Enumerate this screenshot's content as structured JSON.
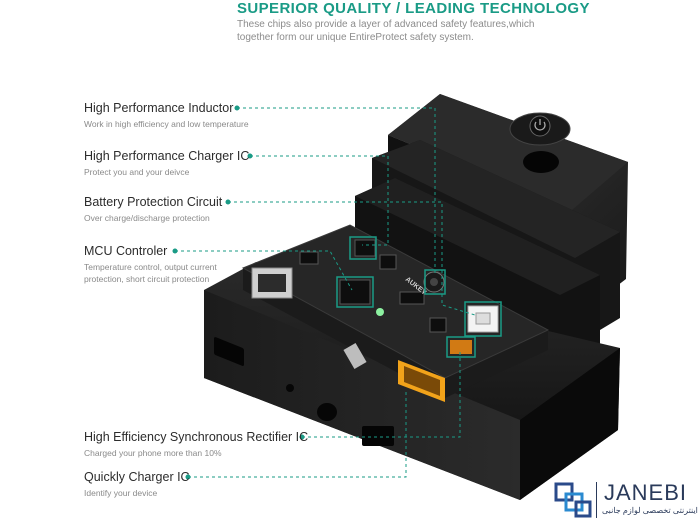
{
  "header": {
    "title": "SUPERIOR QUALITY / LEADING TECHNOLOGY",
    "subtitle": "These chips also provide a layer of advanced safety features,which together form our unique EntireProtect safety system."
  },
  "callouts": [
    {
      "title": "High Performance Inductor",
      "desc": "Work in high efficiency and low temperature"
    },
    {
      "title": "High Performance Charger IC",
      "desc": "Protect you and your deivce"
    },
    {
      "title": "Battery Protection Circuit",
      "desc": "Over charge/discharge protection"
    },
    {
      "title": "MCU Controler",
      "desc": "Temperature control, output current",
      "desc2": "protection,  short circuit protection"
    },
    {
      "title": "High Efficiency Synchronous Rectifier IC",
      "desc": "Charged your phone more than 10%"
    },
    {
      "title": "Quickly Charger IC",
      "desc": "Identify your device"
    }
  ],
  "product": {
    "board_label": "AUKEY"
  },
  "brand": {
    "name": "JANEBI",
    "tagline": "فروشگاه اینترنتی تخصصی لوازم جانبی"
  },
  "colors": {
    "accent": "#1a9b86",
    "body": "#151515",
    "pcb": "#1d1d1d",
    "port_orange": "#f2a31a"
  }
}
